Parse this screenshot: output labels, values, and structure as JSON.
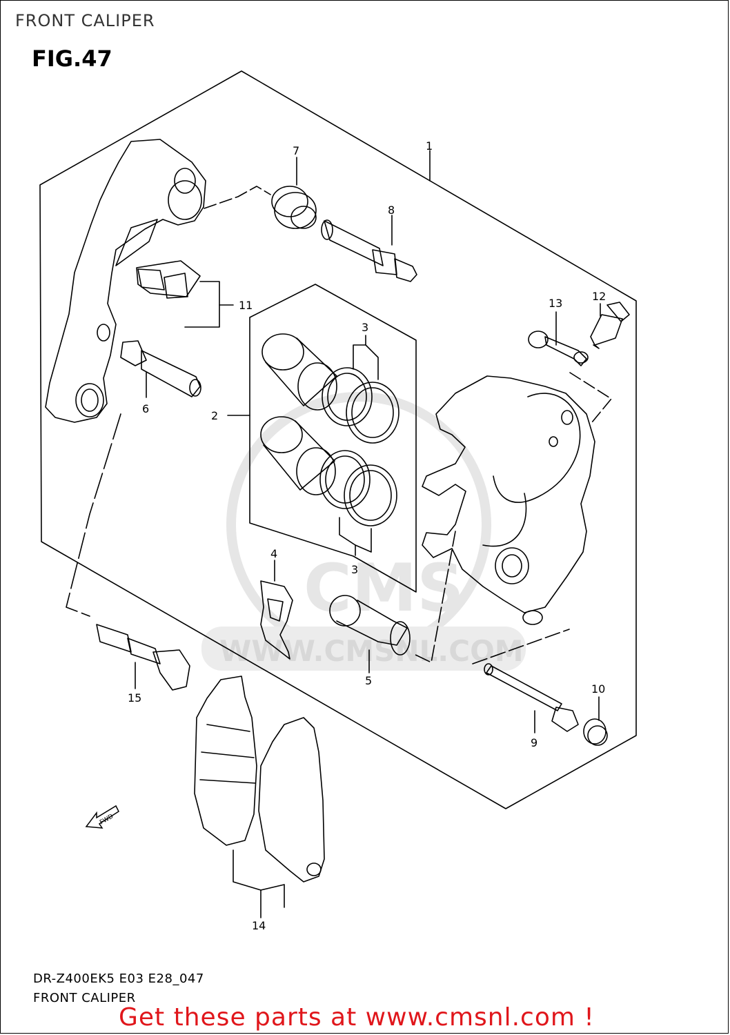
{
  "header": {
    "title": "FRONT CALIPER"
  },
  "figure": {
    "label": "FIG.47"
  },
  "watermark": {
    "brand": "CMS",
    "url": "WWW.CMSNL.COM"
  },
  "diagram": {
    "fwd_label": "FWD",
    "callouts": [
      "1",
      "2",
      "3",
      "3",
      "4",
      "5",
      "6",
      "7",
      "8",
      "9",
      "10",
      "11",
      "12",
      "13",
      "14",
      "15"
    ]
  },
  "footer": {
    "code": "DR-Z400EK5 E03 E28_047",
    "caption": "FRONT CALIPER",
    "promo_text": "Get these parts at www.cmsnl.com !",
    "promo_color": "#e0161b"
  }
}
